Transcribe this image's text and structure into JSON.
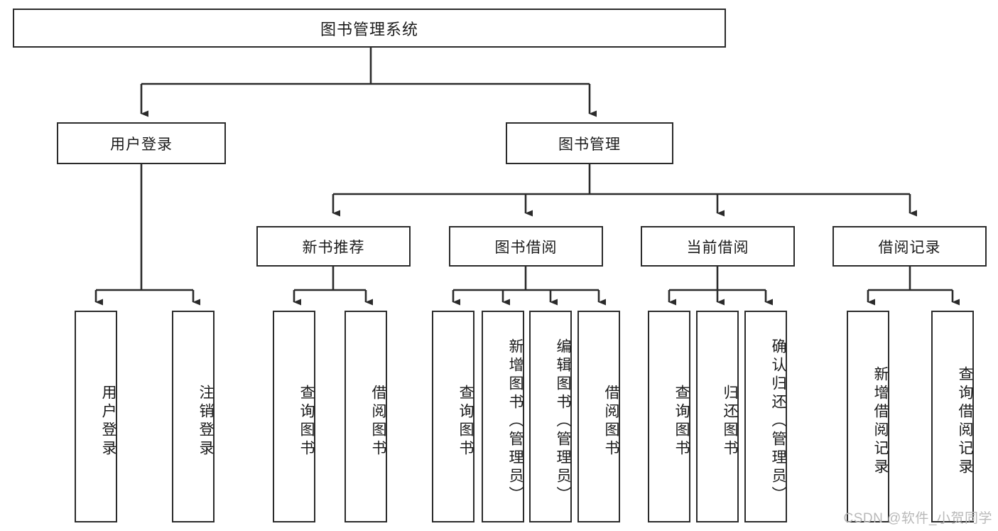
{
  "diagram": {
    "type": "tree-hierarchy",
    "title": "图书管理系统",
    "root": {
      "label": "图书管理系统"
    },
    "level2": [
      {
        "label": "用户登录"
      },
      {
        "label": "图书管理"
      }
    ],
    "level3": [
      {
        "label": "新书推荐"
      },
      {
        "label": "图书借阅"
      },
      {
        "label": "当前借阅"
      },
      {
        "label": "借阅记录"
      }
    ],
    "leaves": [
      {
        "label": "用户登录",
        "parent": "用户登录"
      },
      {
        "label": "注销登录",
        "parent": "用户登录"
      },
      {
        "label": "查询图书",
        "parent": "新书推荐"
      },
      {
        "label": "借阅图书",
        "parent": "新书推荐"
      },
      {
        "label": "查询图书",
        "parent": "图书借阅"
      },
      {
        "label": "新增图书（管理员）",
        "parent": "图书借阅"
      },
      {
        "label": "编辑图书（管理员）",
        "parent": "图书借阅"
      },
      {
        "label": "借阅图书",
        "parent": "图书借阅"
      },
      {
        "label": "查询图书",
        "parent": "当前借阅"
      },
      {
        "label": "归还图书",
        "parent": "当前借阅"
      },
      {
        "label": "确认归还（管理员）",
        "parent": "当前借阅"
      },
      {
        "label": "新增借阅记录",
        "parent": "借阅记录"
      },
      {
        "label": "查询借阅记录",
        "parent": "借阅记录"
      }
    ],
    "watermark": "CSDN @软件_小贺同学",
    "colors": {
      "stroke": "#2b2b2b",
      "fill": "#ffffff",
      "text": "#1b1b1b",
      "watermark": "#b9b9b9"
    }
  }
}
